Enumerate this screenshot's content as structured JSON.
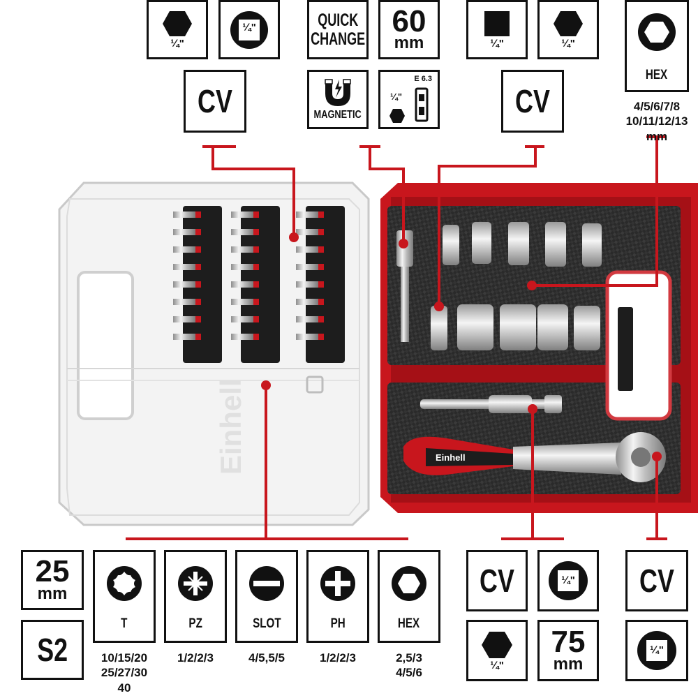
{
  "colors": {
    "accent": "#c8161d",
    "frame": "#111111"
  },
  "top": {
    "hex_bit_drive": "¼\"",
    "square_drive": "¼\"",
    "quick_change": [
      "QUICK",
      "CHANGE"
    ],
    "length_value": "60",
    "length_unit": "mm",
    "square_drive_2": "¼\"",
    "hex_drive_2": "¼\"",
    "hex_label": "HEX",
    "hex_sizes": "4/5/6/7/8\n10/11/12/13\nmm",
    "cv_left": "CV",
    "magnetic_label": "MAGNETIC",
    "adapter_drive": "¼\"",
    "adapter_standard": "E 6.3",
    "cv_right": "CV"
  },
  "bottom": {
    "bit_length_value": "25",
    "bit_length_unit": "mm",
    "material": "S2",
    "torx_label": "T",
    "torx_sizes": "10/15/20\n25/27/30\n40",
    "pz_label": "PZ",
    "pz_sizes": "1/2/2/3",
    "slot_label": "SLOT",
    "slot_sizes": "4/5,5/5",
    "ph_label": "PH",
    "ph_sizes": "1/2/2/3",
    "hex_label": "HEX",
    "hex_sizes": "2,5/3\n4/5/6",
    "ext_cv": "CV",
    "ext_square_drive": "¼\"",
    "ext_hex_drive": "¼\"",
    "ext_length_value": "75",
    "ext_length_unit": "mm",
    "ratchet_cv": "CV",
    "ratchet_square_drive": "¼\""
  },
  "product": {
    "brand": "Einhell"
  }
}
